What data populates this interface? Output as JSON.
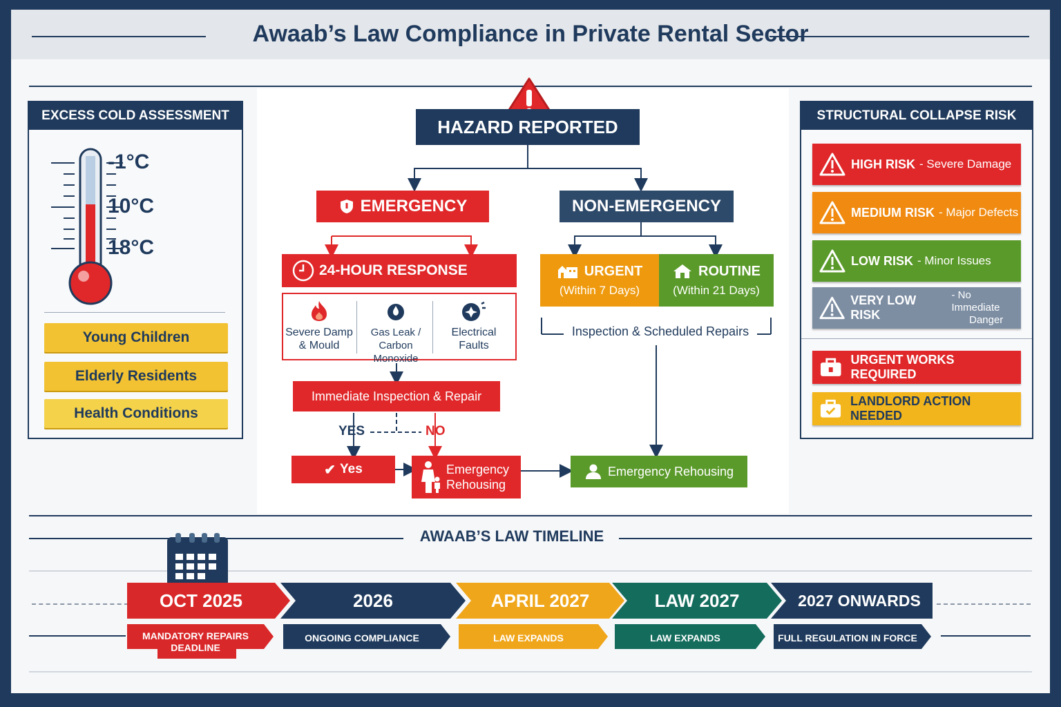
{
  "title": "Awaab’s Law Compliance in Private Rental Sector",
  "cold": {
    "header": "EXCESS COLD ASSESSMENT",
    "temps": [
      "-1°C",
      "10°C",
      "18°C"
    ],
    "groups": [
      "Young Children",
      "Elderly Residents",
      "Health Conditions"
    ]
  },
  "flow": {
    "hazard": "HAZARD REPORTED",
    "emergency": "EMERGENCY",
    "non_emergency": "NON-EMERGENCY",
    "response_24h": "24-HOUR RESPONSE",
    "causes": [
      {
        "l1": "Severe Damp",
        "l2": "& Mould"
      },
      {
        "l1": "Gas Leak /",
        "l2": "Carbon Monoxide"
      },
      {
        "l1": "Electrical",
        "l2": "Faults"
      }
    ],
    "urgent": {
      "title": "URGENT",
      "sub": "(Within 7 Days)"
    },
    "routine": {
      "title": "ROUTINE",
      "sub": "(Within 21 Days)"
    },
    "inspection_scheduled": "Inspection & Scheduled Repairs",
    "immediate": "Immediate Inspection & Repair",
    "yes_label": "YES",
    "no_label": "NO",
    "yes_box": "Yes",
    "rehousing_l1": "Emergency",
    "rehousing_l2": "Rehousing",
    "rehousing_right": "Emergency Rehousing"
  },
  "risk": {
    "header": "STRUCTURAL COLLAPSE RISK",
    "levels": [
      {
        "level": "HIGH RISK",
        "desc": "- Severe Damage",
        "color": "#e0282a"
      },
      {
        "level": "MEDIUM RISK",
        "desc": "- Major Defects",
        "color": "#f08a10"
      },
      {
        "level": "LOW RISK",
        "desc": "- Minor Issues",
        "color": "#5a9a2a"
      },
      {
        "level": "VERY LOW RISK",
        "desc": "- No Immediate",
        "desc2": "Danger",
        "color": "#7d8ea3"
      }
    ],
    "actions": [
      {
        "label": "URGENT WORKS REQUIRED",
        "color": "#e0282a"
      },
      {
        "label": "LANDLORD ACTION NEEDED",
        "color": "#f2b51c"
      }
    ]
  },
  "timeline": {
    "header": "AWAAB’S LAW TIMELINE",
    "items": [
      {
        "year": "OCT 2025",
        "sub1": "MANDATORY REPAIRS",
        "sub2": "DEADLINE",
        "color": "#d9282a"
      },
      {
        "year": "2026",
        "sub1": "ONGOING COMPLIANCE",
        "sub2": "",
        "color": "#1f3a5c"
      },
      {
        "year": "APRIL 2027",
        "sub1": "LAW EXPANDS",
        "sub2": "",
        "color": "#f0a61a"
      },
      {
        "year": "LAW 2027",
        "sub1": "LAW EXPANDS",
        "sub2": "",
        "color": "#136c5c"
      },
      {
        "year": "2027 ONWARDS",
        "sub1": "FULL REGULATION IN FORCE",
        "sub2": "",
        "color": "#1f3a5c"
      }
    ]
  }
}
